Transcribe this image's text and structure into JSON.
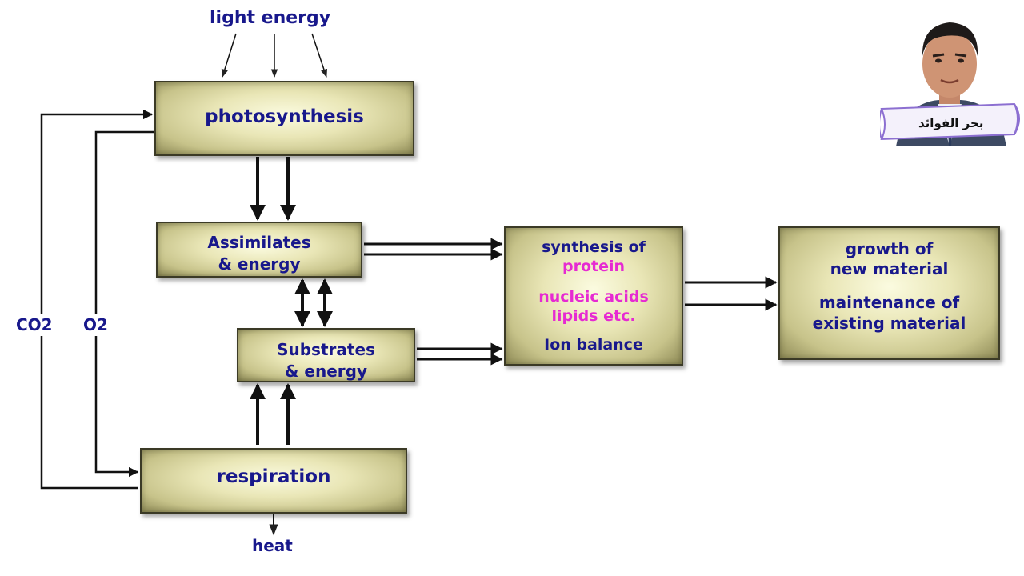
{
  "labels": {
    "light_energy": "light energy",
    "co2": "CO2",
    "o2": "O2",
    "heat": "heat"
  },
  "boxes": {
    "photosynthesis": "photosynthesis",
    "assimilates": [
      "Assimilates",
      "& energy"
    ],
    "substrates": [
      "Substrates",
      "& energy"
    ],
    "respiration": "respiration",
    "synthesis": [
      "synthesis of",
      "protein",
      "nucleic acids",
      "lipids etc.",
      "Ion balance"
    ],
    "growth": [
      "growth of",
      "new material",
      "maintenance  of",
      "existing material"
    ]
  },
  "logo": {
    "icon": "presenter-portrait-logo",
    "text": "بحر الفوائد"
  },
  "colors": {
    "text_blue": "#18188c",
    "text_magenta": "#e62ad2",
    "box_fill": "#d8d59e",
    "arrow": "#111111"
  }
}
